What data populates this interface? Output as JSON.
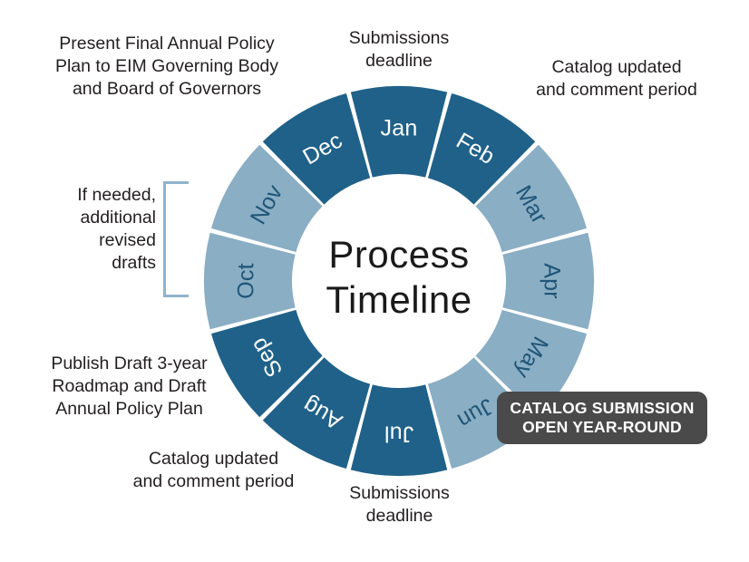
{
  "center": {
    "line1": "Process",
    "line2": "Timeline"
  },
  "chart_data": {
    "type": "pie",
    "title": "Process Timeline",
    "subtype": "donut",
    "categories": [
      "Jan",
      "Feb",
      "Mar",
      "Apr",
      "May",
      "Jun",
      "Jul",
      "Aug",
      "Sep",
      "Oct",
      "Nov",
      "Dec"
    ],
    "values": [
      1,
      1,
      1,
      1,
      1,
      1,
      1,
      1,
      1,
      1,
      1,
      1
    ],
    "segments": [
      {
        "label": "Jan",
        "tone": "dark",
        "color": "#1F6189",
        "text_color": "#ffffff"
      },
      {
        "label": "Feb",
        "tone": "dark",
        "color": "#1F6189",
        "text_color": "#ffffff"
      },
      {
        "label": "Mar",
        "tone": "light",
        "color": "#8AAEC4",
        "text_color": "#1F5577"
      },
      {
        "label": "Apr",
        "tone": "light",
        "color": "#8AAEC4",
        "text_color": "#1F5577"
      },
      {
        "label": "May",
        "tone": "light",
        "color": "#8AAEC4",
        "text_color": "#1F5577"
      },
      {
        "label": "Jun",
        "tone": "light",
        "color": "#8AAEC4",
        "text_color": "#1F5577"
      },
      {
        "label": "Jul",
        "tone": "dark",
        "color": "#1F6189",
        "text_color": "#ffffff"
      },
      {
        "label": "Aug",
        "tone": "dark",
        "color": "#1F6189",
        "text_color": "#ffffff"
      },
      {
        "label": "Sep",
        "tone": "dark",
        "color": "#1F6189",
        "text_color": "#ffffff"
      },
      {
        "label": "Oct",
        "tone": "light",
        "color": "#8AAEC4",
        "text_color": "#1F5577"
      },
      {
        "label": "Nov",
        "tone": "light",
        "color": "#8AAEC4",
        "text_color": "#1F5577"
      },
      {
        "label": "Dec",
        "tone": "dark",
        "color": "#1F6189",
        "text_color": "#ffffff"
      }
    ],
    "legend_position": "none",
    "grid": false
  },
  "colors": {
    "dark_blue": "#1F6189",
    "light_blue": "#8AAEC4",
    "light_blue_text": "#1F5577",
    "callout_bg": "#4A4A4A",
    "bracket": "#8FB4CC",
    "divider": "#FFFFFF",
    "text": "#231F20"
  },
  "annotations": [
    {
      "id": "anno-dec",
      "text": "Present Final Annual Policy\nPlan to EIM Governing Body\nand Board of Governors",
      "relates_to": "Dec"
    },
    {
      "id": "anno-jan",
      "text": "Submissions\ndeadline",
      "relates_to": "Jan"
    },
    {
      "id": "anno-feb",
      "text": "Catalog updated\nand comment period",
      "relates_to": "Feb"
    },
    {
      "id": "anno-oct",
      "text": "If needed,\nadditional\nrevised\ndrafts",
      "relates_to": "Oct-Nov"
    },
    {
      "id": "anno-sep",
      "text": "Publish Draft 3-year\nRoadmap and Draft\nAnnual Policy Plan",
      "relates_to": "Sep"
    },
    {
      "id": "anno-aug",
      "text": "Catalog updated\nand comment period",
      "relates_to": "Aug"
    },
    {
      "id": "anno-jul",
      "text": "Submissions\ndeadline",
      "relates_to": "Jul"
    }
  ],
  "callout": {
    "text": "CATALOG SUBMISSION\nOPEN YEAR-ROUND"
  }
}
